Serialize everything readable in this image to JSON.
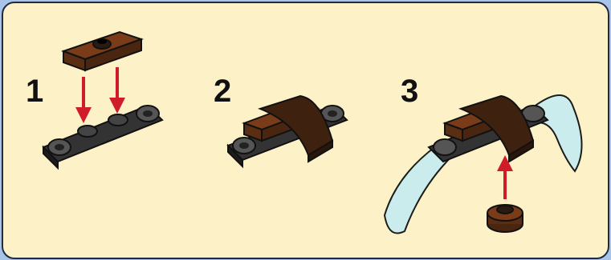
{
  "instructions": {
    "steps": [
      {
        "number": "1"
      },
      {
        "number": "2"
      },
      {
        "number": "3"
      }
    ]
  },
  "colors": {
    "panel_bg": "#fdf1c8",
    "border": "#1f2a44",
    "outer_bg": "#a8c4e8",
    "brown": "#5a2e12",
    "dark_brown": "#3e220f",
    "track_black": "#2a2a2a",
    "arrow_red": "#d01c2a",
    "trans_blade": "#c9ecf0"
  }
}
